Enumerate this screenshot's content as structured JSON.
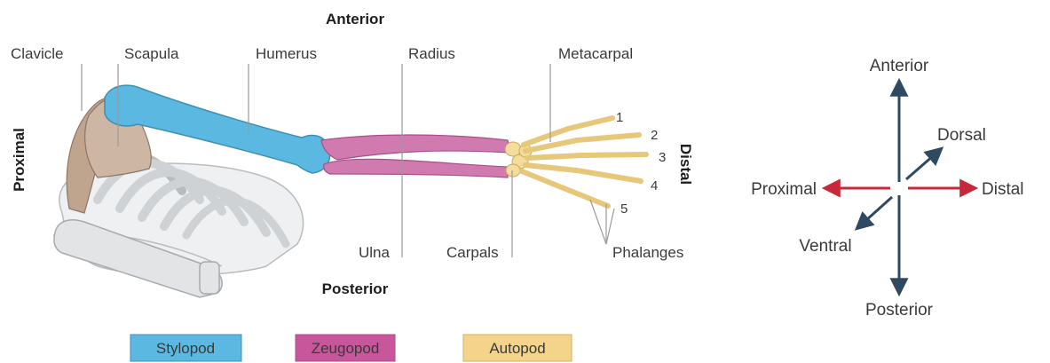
{
  "orientation": {
    "anterior": "Anterior",
    "posterior": "Posterior",
    "proximal": "Proximal",
    "distal": "Distal"
  },
  "labels": {
    "clavicle": "Clavicle",
    "scapula": "Scapula",
    "humerus": "Humerus",
    "radius": "Radius",
    "metacarpal": "Metacarpal",
    "ulna": "Ulna",
    "carpals": "Carpals",
    "phalanges": "Phalanges"
  },
  "digits": [
    "1",
    "2",
    "3",
    "4",
    "5"
  ],
  "axes": {
    "anterior": "Anterior",
    "posterior": "Posterior",
    "proximal": "Proximal",
    "distal": "Distal",
    "dorsal": "Dorsal",
    "ventral": "Ventral"
  },
  "legend": [
    {
      "label": "Stylopod",
      "color": "#5bb8e0"
    },
    {
      "label": "Zeugopod",
      "color": "#c8569b"
    },
    {
      "label": "Autopod",
      "color": "#f3d48a"
    }
  ],
  "colors": {
    "stylopod": "#5bb8e0",
    "zeugopod": "#d17ab0",
    "autopod": "#f3dc9c",
    "shoulder": "#c9b3a0",
    "ribcage": "#e9ebec",
    "axis_vertical": "#2f4a60",
    "axis_horizontal": "#c8283a"
  }
}
